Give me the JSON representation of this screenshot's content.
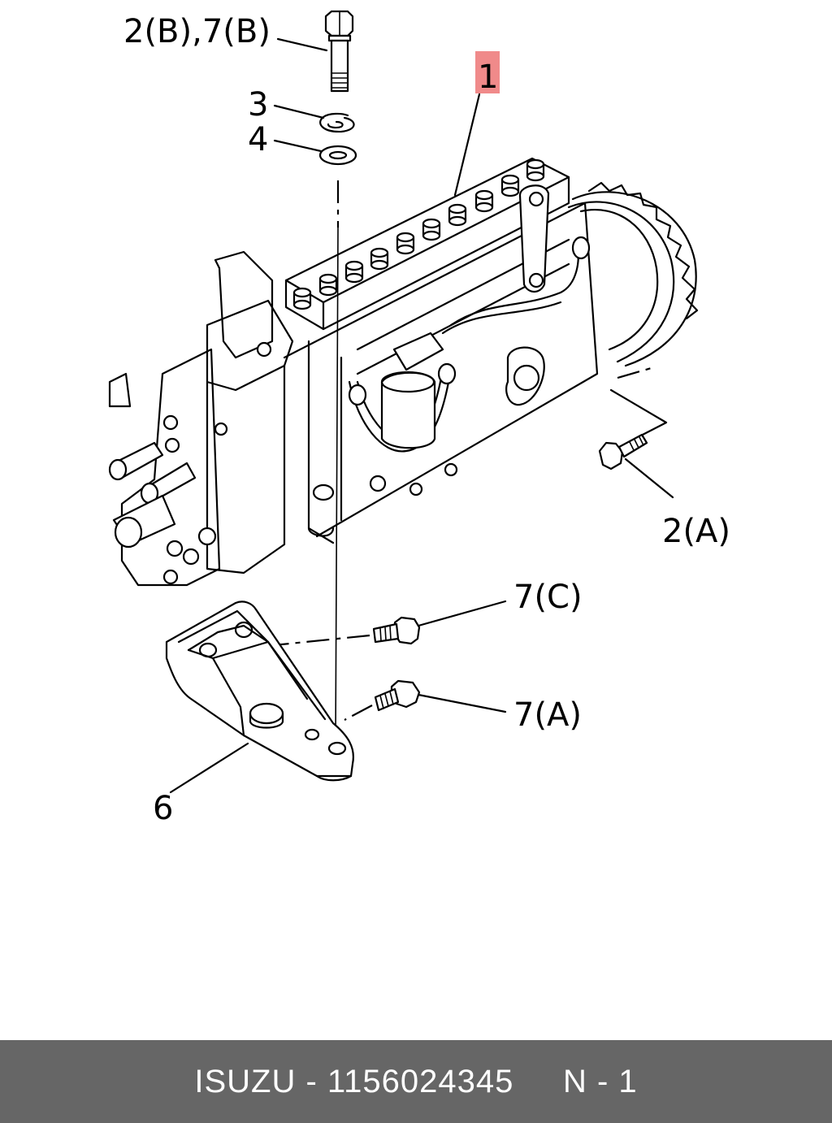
{
  "diagram": {
    "callouts": {
      "c1": "1",
      "c2b7b": "2(B),7(B)",
      "c3": "3",
      "c4": "4",
      "c2a": "2(A)",
      "c7c": "7(C)",
      "c7a": "7(A)",
      "c6": "6"
    },
    "highlight_color": "#f08a8a"
  },
  "footer": {
    "brand": "ISUZU",
    "separator": " - ",
    "part_number": "1156024345",
    "ref": "N - 1",
    "background": "#666666"
  }
}
